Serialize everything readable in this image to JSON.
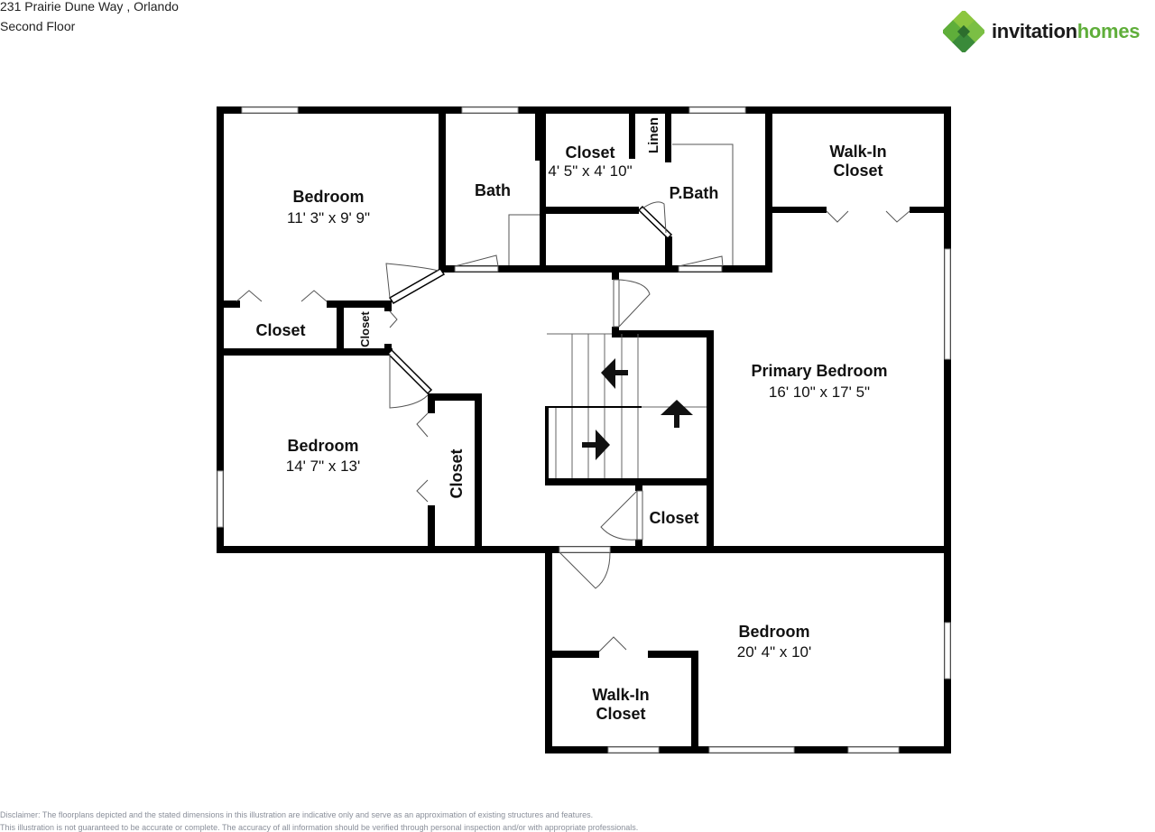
{
  "header": {
    "address": "231 Prairie Dune Way , Orlando",
    "floor": "Second Floor"
  },
  "logo": {
    "icon": "clover-diamond-logo-icon",
    "word1": "invitation",
    "word2": "homes",
    "colors": {
      "dark": "#1a1a1a",
      "green": "#5fae3a",
      "green_light": "#8cc63f",
      "green_dark": "#3a8a3a"
    }
  },
  "rooms": {
    "bedroom_nw": {
      "label": "Bedroom",
      "dims": "11' 3\" x 9' 9\""
    },
    "bath": {
      "label": "Bath"
    },
    "closet_top": {
      "label": "Closet",
      "dims": "4' 5\" x 4' 10\""
    },
    "linen": {
      "label": "Linen"
    },
    "pbath": {
      "label": "P.Bath"
    },
    "walkin_ne": {
      "label1": "Walk-In",
      "label2": "Closet"
    },
    "closet_w": {
      "label": "Closet"
    },
    "closet_small": {
      "label": "Closet"
    },
    "primary": {
      "label": "Primary Bedroom",
      "dims": "16' 10\" x 17' 5\""
    },
    "bedroom_w": {
      "label": "Bedroom",
      "dims": "14' 7\" x 13'"
    },
    "closet_vert": {
      "label": "Closet"
    },
    "closet_hall": {
      "label": "Closet"
    },
    "bedroom_s": {
      "label": "Bedroom",
      "dims": "20' 4\" x 10'"
    },
    "walkin_s": {
      "label1": "Walk-In",
      "label2": "Closet"
    }
  },
  "disclaimer": {
    "line1": "Disclaimer: The floorplans depicted and the stated dimensions in this illustration are indicative only and serve as an approximation of existing structures and features.",
    "line2": "This illustration is not guaranteed to be accurate or complete. The accuracy of all information should be verified through personal inspection and/or with appropriate professionals."
  }
}
